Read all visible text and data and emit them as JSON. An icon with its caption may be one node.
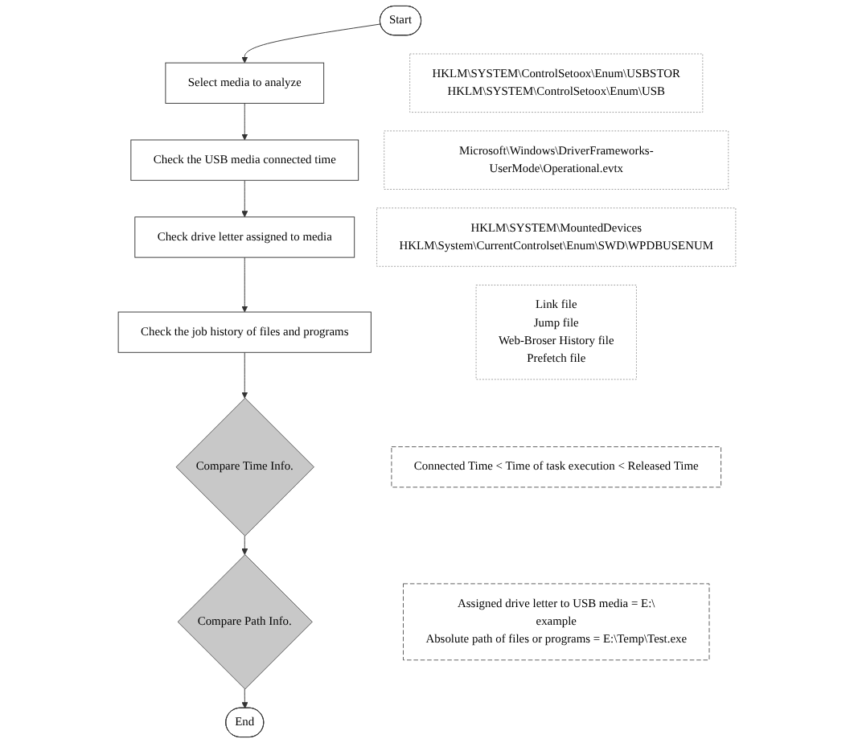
{
  "diagram": {
    "nodes": [
      {
        "text": [
          "Start"
        ]
      },
      {
        "text": [
          "Select media to analyze"
        ]
      },
      {
        "text": [
          "Check the USB media connected time"
        ]
      },
      {
        "text": [
          "Check drive letter assigned to media"
        ]
      },
      {
        "text": [
          "Check the job history of files and programs"
        ]
      },
      {
        "text": [
          "Compare Time Info."
        ]
      },
      {
        "text": [
          "Compare Path Info."
        ]
      },
      {
        "text": [
          "End"
        ]
      },
      {
        "text": [
          "HKLM\\SYSTEM\\ControlSetoox\\Enum\\USBSTOR",
          "HKLM\\SYSTEM\\ControlSetoox\\Enum\\USB"
        ]
      },
      {
        "text": [
          "Microsoft\\Windows\\DriverFrameworks-UserMode\\Operational.evtx"
        ]
      },
      {
        "text": [
          "HKLM\\SYSTEM\\MountedDevices",
          "HKLM\\System\\CurrentControlset\\Enum\\SWD\\WPDBUSENUM"
        ]
      },
      {
        "text": [
          "Link file",
          "Jump file",
          "Web-Broser History file",
          "Prefetch file"
        ]
      },
      {
        "text": [
          "Connected Time  <  Time of task execution  <  Released Time"
        ]
      },
      {
        "text": [
          "Assigned drive letter to USB media = E:\\",
          "example",
          "Absolute path of files or programs = E:\\Temp\\Test.exe"
        ]
      }
    ],
    "edges": [
      {
        "from": 0,
        "to": 1,
        "arrow": "to"
      },
      {
        "from": 1,
        "to": 2,
        "arrow": "to"
      },
      {
        "from": 2,
        "to": 3,
        "arrow": "to"
      },
      {
        "from": 3,
        "to": 4,
        "arrow": "to"
      },
      {
        "from": 4,
        "to": 5,
        "arrow": "to"
      },
      {
        "from": 5,
        "to": 6,
        "arrow": "to"
      },
      {
        "from": 6,
        "to": 7,
        "arrow": "to"
      }
    ]
  }
}
